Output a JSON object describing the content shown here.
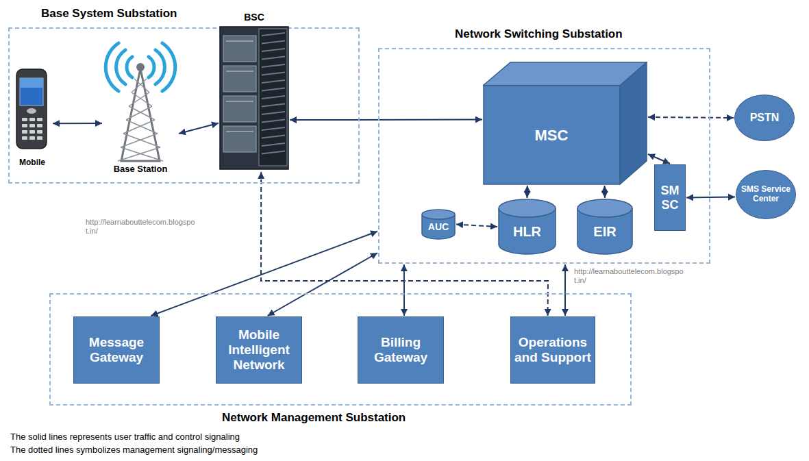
{
  "diagram": {
    "nodes": [
      {
        "text": [
          "Base System Substation"
        ]
      },
      {
        "text": [
          "Mobile"
        ],
        "in": 0
      },
      {
        "text": [
          "Base Station"
        ],
        "in": 0
      },
      {
        "text": [
          "BSC"
        ],
        "in": 0
      },
      {
        "text": [
          "Network Switching Substation"
        ]
      },
      {
        "text": [
          "MSC"
        ],
        "in": 4
      },
      {
        "text": [
          "AUC"
        ],
        "in": 4
      },
      {
        "text": [
          "HLR"
        ],
        "in": 4
      },
      {
        "text": [
          "EIR"
        ],
        "in": 4
      },
      {
        "text": [
          "SM SC"
        ],
        "in": 4
      },
      {
        "text": [
          "PSTN"
        ]
      },
      {
        "text": [
          "SMS Service Center"
        ]
      },
      {
        "text": [
          "Network Management Substation"
        ]
      },
      {
        "text": [
          "Message Gateway"
        ],
        "in": 12
      },
      {
        "text": [
          "Mobile Intelligent Network"
        ],
        "in": 12
      },
      {
        "text": [
          "Billing Gateway"
        ],
        "in": 12
      },
      {
        "text": [
          "Operations and Support"
        ],
        "in": 12
      }
    ],
    "edges": [
      {
        "from": 1,
        "to": 2,
        "arrow": "both"
      },
      {
        "from": 2,
        "to": 3,
        "arrow": "both"
      },
      {
        "from": 3,
        "to": 5,
        "arrow": "both"
      },
      {
        "from": 5,
        "to": 10,
        "arrow": "both"
      },
      {
        "from": 5,
        "to": 9,
        "arrow": "both"
      },
      {
        "from": 9,
        "to": 11,
        "arrow": "both"
      },
      {
        "from": 5,
        "to": 7,
        "arrow": "both"
      },
      {
        "from": 5,
        "to": 8,
        "arrow": "both"
      },
      {
        "from": 6,
        "to": 7,
        "arrow": "both"
      },
      {
        "from": 13,
        "to": 4,
        "arrow": "both"
      },
      {
        "from": 14,
        "to": 4,
        "arrow": "both"
      },
      {
        "from": 15,
        "to": 4,
        "arrow": "both"
      },
      {
        "from": 16,
        "to": 4,
        "arrow": "both"
      },
      {
        "from": 3,
        "to": 16,
        "arrow": "both"
      }
    ],
    "labels": [
      "http://learnabouttelecom.blogspot.in/",
      "http://learnabouttelecom.blogspot.in/",
      "The solid lines represents user traffic and control signaling",
      "The dotted lines symbolizes management signaling/messaging"
    ]
  }
}
